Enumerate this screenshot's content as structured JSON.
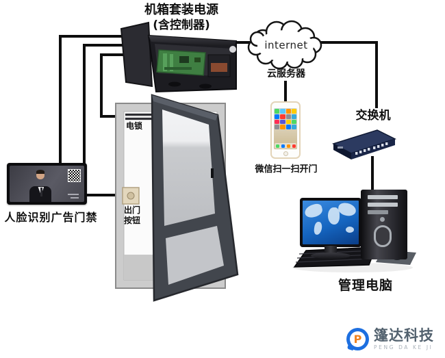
{
  "labels": {
    "title_line1": "机箱套装电源",
    "title_line2": "(含控制器)",
    "internet": "internet",
    "cloud_server": "云服务器",
    "wechat_scan_to_open": "微信扫一扫开门",
    "network_switch": "交换机",
    "electric_lock": "电锁",
    "exit_button_line1": "出门",
    "exit_button_line2": "按钮",
    "face_recognition_access": "人脸识别广告门禁",
    "management_pc": "管理电脑"
  },
  "logo": {
    "company_cn": "篷达科技",
    "company_en": "PENG DA KE JI",
    "icon_letter": "P"
  },
  "diagram": {
    "type": "access-control-topology",
    "nodes": [
      "机箱套装电源(含控制器)",
      "internet / 云服务器",
      "手机(微信扫一扫开门)",
      "交换机",
      "管理电脑",
      "电锁",
      "出门按钮",
      "人脸识别广告门禁"
    ],
    "connections": [
      {
        "from": "机箱套装电源(含控制器)",
        "to": "internet / 云服务器"
      },
      {
        "from": "internet / 云服务器",
        "to": "交换机"
      },
      {
        "from": "internet / 云服务器",
        "to": "手机(微信扫一扫开门)"
      },
      {
        "from": "交换机",
        "to": "管理电脑"
      },
      {
        "from": "机箱套装电源(含控制器)",
        "to": "电锁"
      },
      {
        "from": "机箱套装电源(含控制器)",
        "to": "出门按钮"
      },
      {
        "from": "机箱套装电源(含控制器)",
        "to": "人脸识别广告门禁"
      }
    ]
  },
  "colors": {
    "wire": "#0d0d0d",
    "logo_blue": "#1d6fe0",
    "logo_orange": "#f0821e",
    "pcb_green": "#3f7f42",
    "switch_navy": "#2c3a60",
    "pc_screen_blue": "#1565c0"
  }
}
